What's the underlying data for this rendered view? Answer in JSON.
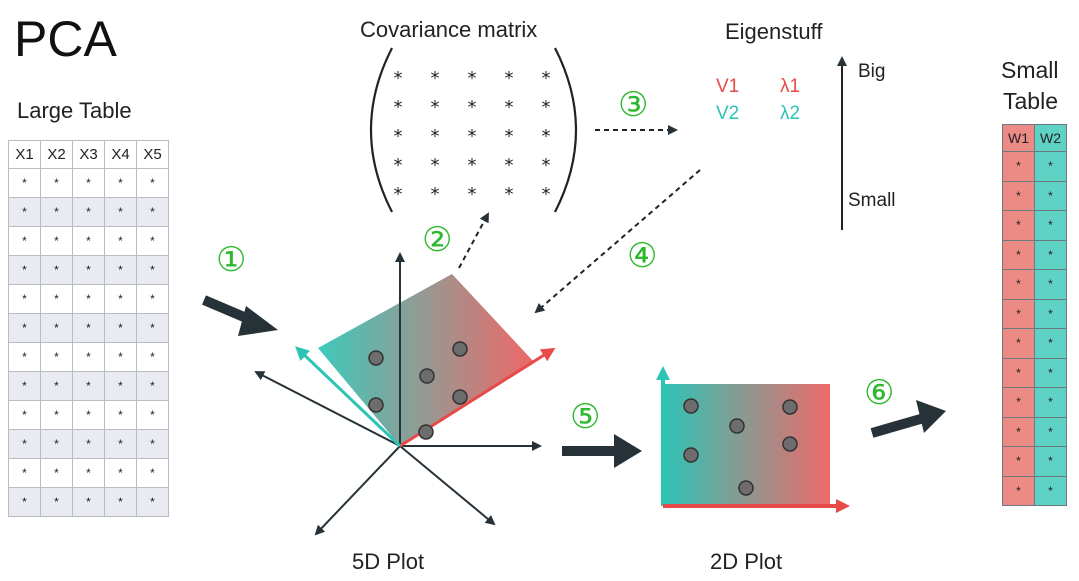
{
  "title": "PCA",
  "large_table": {
    "label": "Large Table",
    "headers": [
      "X1",
      "X2",
      "X3",
      "X4",
      "X5"
    ],
    "rows": 12,
    "cell": "*"
  },
  "covariance": {
    "label": "Covariance matrix",
    "cell": "*"
  },
  "eigen": {
    "label": "Eigenstuff",
    "v1": "V1",
    "v2": "V2",
    "l1": "λ1",
    "l2": "λ2",
    "big": "Big",
    "small": "Small"
  },
  "small_table": {
    "label_line1": "Small",
    "label_line2": "Table",
    "headers": [
      "W1",
      "W2"
    ],
    "rows": 12,
    "cell": "*"
  },
  "steps": [
    "①",
    "②",
    "③",
    "④",
    "⑤",
    "⑥"
  ],
  "plot5d_label": "5D Plot",
  "plot2d_label": "2D Plot",
  "colors": {
    "red": "#e84a4a",
    "teal": "#2cc4b4",
    "green": "#2eb82e",
    "dark": "#263238"
  }
}
